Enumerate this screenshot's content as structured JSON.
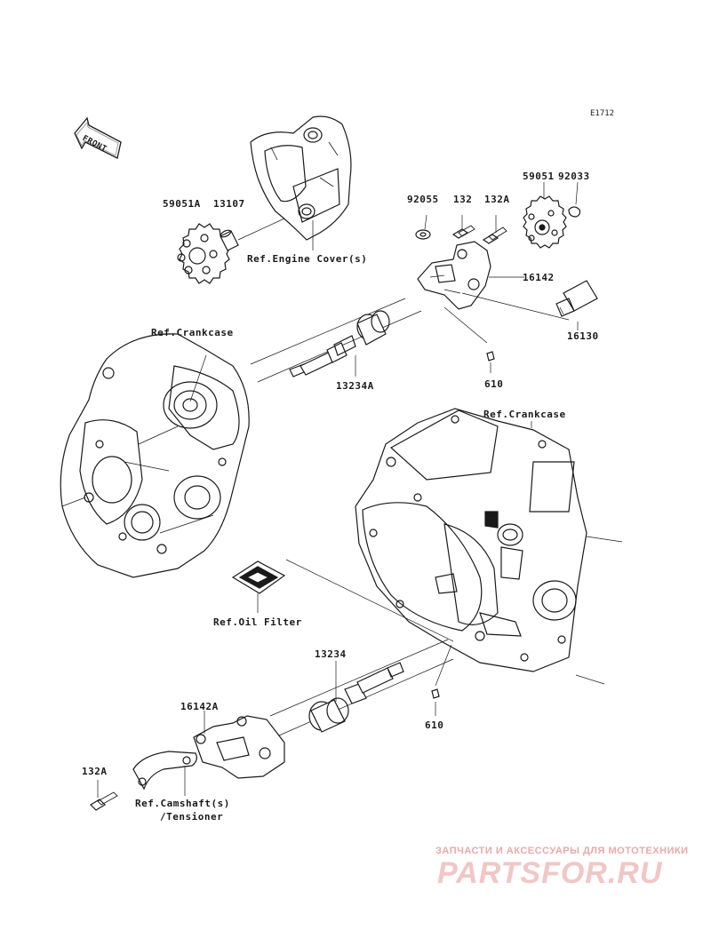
{
  "diagram_code": "E1712",
  "front_label": "FRONT",
  "labels": {
    "l_59051A": "59051A",
    "l_13107": "13107",
    "l_ref_engine_cover": "Ref.Engine Cover(s)",
    "l_92055": "92055",
    "l_132": "132",
    "l_132A_top": "132A",
    "l_59051": "59051",
    "l_92033": "92033",
    "l_16142": "16142",
    "l_16130": "16130",
    "l_ref_crankcase_left": "Ref.Crankcase",
    "l_13234A": "13234A",
    "l_610_top": "610",
    "l_ref_crankcase_right": "Ref.Crankcase",
    "l_ref_oil_filter": "Ref.Oil Filter",
    "l_13234": "13234",
    "l_16142A": "16142A",
    "l_610_bottom": "610",
    "l_132A_bottom": "132A",
    "l_ref_camshaft": "Ref.Camshaft(s)",
    "l_tensioner": "/Tensioner"
  },
  "watermark": {
    "subtitle": "ЗАПЧАСТИ И АКСЕССУАРЫ ДЛЯ МОТОТЕХНИКИ",
    "brand": "PARTSFOR.RU"
  }
}
